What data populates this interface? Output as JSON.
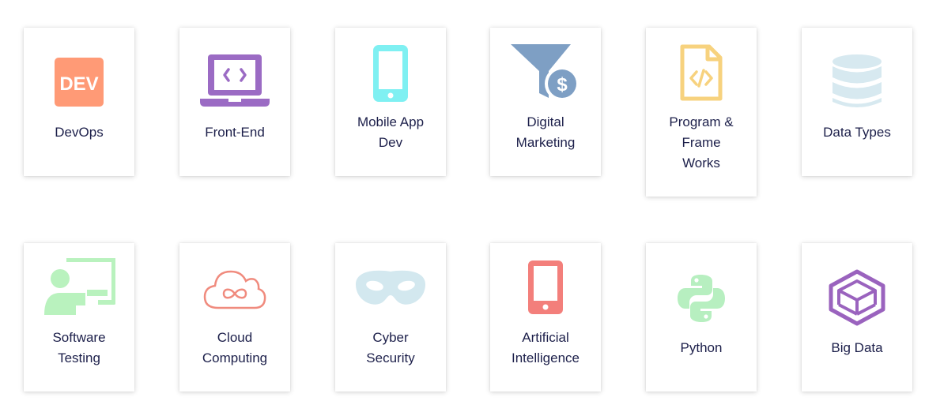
{
  "courses": [
    {
      "label_lines": [
        "DevOps"
      ],
      "icon": "dev-icon",
      "color": "#FF9A76"
    },
    {
      "label_lines": [
        "Front-End"
      ],
      "icon": "laptop-code-icon",
      "color": "#9B6BC4"
    },
    {
      "label_lines": [
        "Mobile App",
        "Dev"
      ],
      "icon": "smartphone-icon",
      "color": "#7FF0F2"
    },
    {
      "label_lines": [
        "Digital",
        "Marketing"
      ],
      "icon": "funnel-dollar-icon",
      "color": "#7E9FC4"
    },
    {
      "label_lines": [
        "Program &",
        "Frame",
        "Works"
      ],
      "icon": "code-file-icon",
      "color": "#F7D27E"
    },
    {
      "label_lines": [
        "Data Types"
      ],
      "icon": "database-icon",
      "color": "#D7E9F0"
    },
    {
      "label_lines": [
        "Software",
        "Testing"
      ],
      "icon": "presenter-board-icon",
      "color": "#B9F2BE"
    },
    {
      "label_lines": [
        "Cloud",
        "Computing"
      ],
      "icon": "cloud-infinity-icon",
      "color": "#F08B7E"
    },
    {
      "label_lines": [
        "Cyber",
        "Security"
      ],
      "icon": "mask-icon",
      "color": "#D3E8EF"
    },
    {
      "label_lines": [
        "Artificial",
        "Intelligence"
      ],
      "icon": "smartphone-icon",
      "color": "#F37F7B"
    },
    {
      "label_lines": [
        "Python"
      ],
      "icon": "python-logo-icon",
      "color": "#B7EFC0"
    },
    {
      "label_lines": [
        "Big Data"
      ],
      "icon": "cube-wireframe-icon",
      "color": "#9A63BE"
    }
  ]
}
